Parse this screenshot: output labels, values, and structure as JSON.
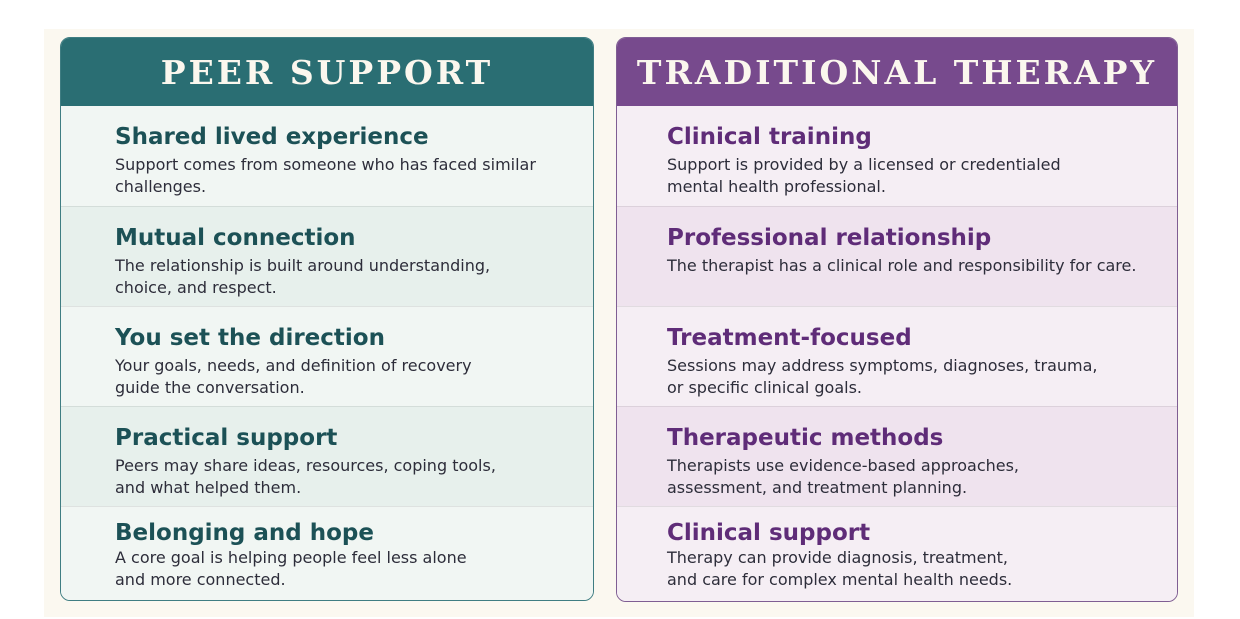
{
  "peer": {
    "title": "PEER SUPPORT",
    "items": [
      {
        "title": "Shared lived experience",
        "lines": [
          "Support comes from someone who has faced similar challenges."
        ]
      },
      {
        "title": "Mutual connection",
        "lines": [
          "The relationship is built around understanding,",
          "choice, and respect."
        ]
      },
      {
        "title": "You set the direction",
        "lines": [
          "Your goals, needs, and definition of recovery",
          "guide the conversation."
        ]
      },
      {
        "title": "Practical support",
        "lines": [
          "Peers may share ideas, resources, coping tools,",
          "and what helped them."
        ]
      },
      {
        "title": "Belonging and hope",
        "lines": [
          "A core goal is helping people feel less alone",
          "and more connected."
        ]
      }
    ]
  },
  "therapy": {
    "title": "TRADITIONAL THERAPY",
    "items": [
      {
        "title": "Clinical training",
        "lines": [
          "Support is provided by a licensed or credentialed",
          "mental health professional."
        ]
      },
      {
        "title": "Professional relationship",
        "lines": [
          "The therapist has a clinical role and responsibility for care."
        ]
      },
      {
        "title": "Treatment-focused",
        "lines": [
          "Sessions may address symptoms, diagnoses, trauma,",
          "or specific clinical goals."
        ]
      },
      {
        "title": "Therapeutic methods",
        "lines": [
          "Therapists use evidence-based approaches,",
          "assessment, and treatment planning."
        ]
      },
      {
        "title": "Clinical support",
        "lines": [
          "Therapy can provide diagnosis, treatment,",
          "and care for complex mental health needs."
        ]
      }
    ]
  },
  "colors": {
    "peer_header": "#2a6e73",
    "therapy_header": "#774a8d",
    "peer_title_text": "#1c5156",
    "therapy_title_text": "#5f2c78"
  }
}
